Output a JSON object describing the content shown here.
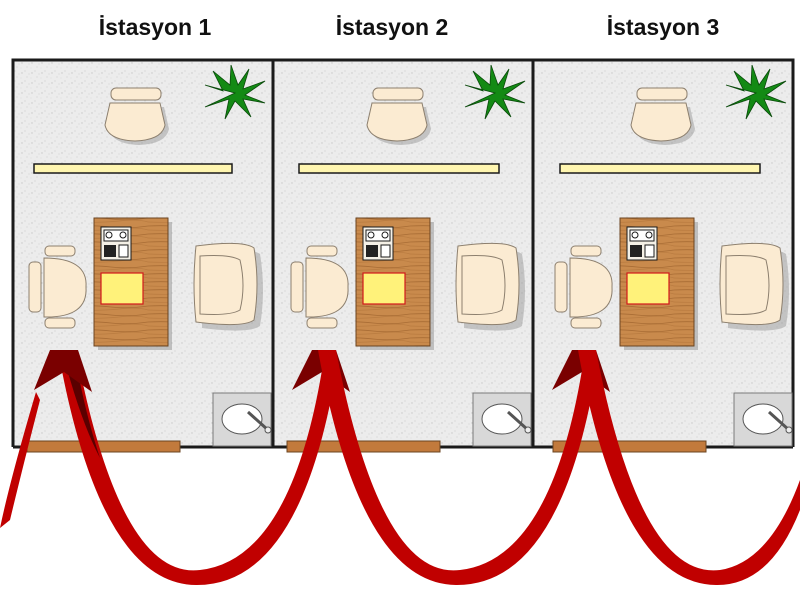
{
  "stations": [
    {
      "title": "İstasyon 1"
    },
    {
      "title": "İstasyon 2"
    },
    {
      "title": "İstasyon 3"
    }
  ],
  "colors": {
    "floor": "#ececec",
    "wall": "#1a1a1a",
    "desk": "#c98a4c",
    "desk_edge": "#6b4421",
    "chair": "#fbebd2",
    "chair_edge": "#8c7f6e",
    "plant": "#138a14",
    "light_bar": "#fff6b0",
    "door": "#c27a3c",
    "flow_arrow": "#c00000",
    "flow_arrow_dark": "#5a0000",
    "paper": "#fff27a",
    "paper_edge": "#d21a1a"
  },
  "icons": {
    "chair": "office-chair-icon",
    "armchair": "armchair-icon",
    "plant": "potted-plant-icon",
    "sink": "sink-icon",
    "phone": "telephone-icon"
  }
}
